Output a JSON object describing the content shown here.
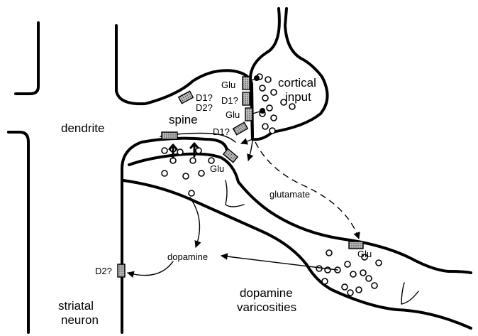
{
  "labels": {
    "dendrite": "dendrite",
    "spine": "spine",
    "cortical_line1": "cortical",
    "cortical_line2": "input",
    "glu_1": "Glu",
    "d1_1": "D1?",
    "glu_2": "Glu",
    "d1_2": "D1?",
    "d1_3": "D1?",
    "d2_1": "D2?",
    "glu_3": "Glu",
    "glutamate": "glutamate",
    "glu_4": "Glu",
    "dopamine": "dopamine",
    "d2_2": "D2?",
    "dopamine_varicosities_line1": "dopamine",
    "dopamine_varicosities_line2": "varicosities",
    "striatal_line1": "striatal",
    "striatal_line2": "neuron"
  }
}
